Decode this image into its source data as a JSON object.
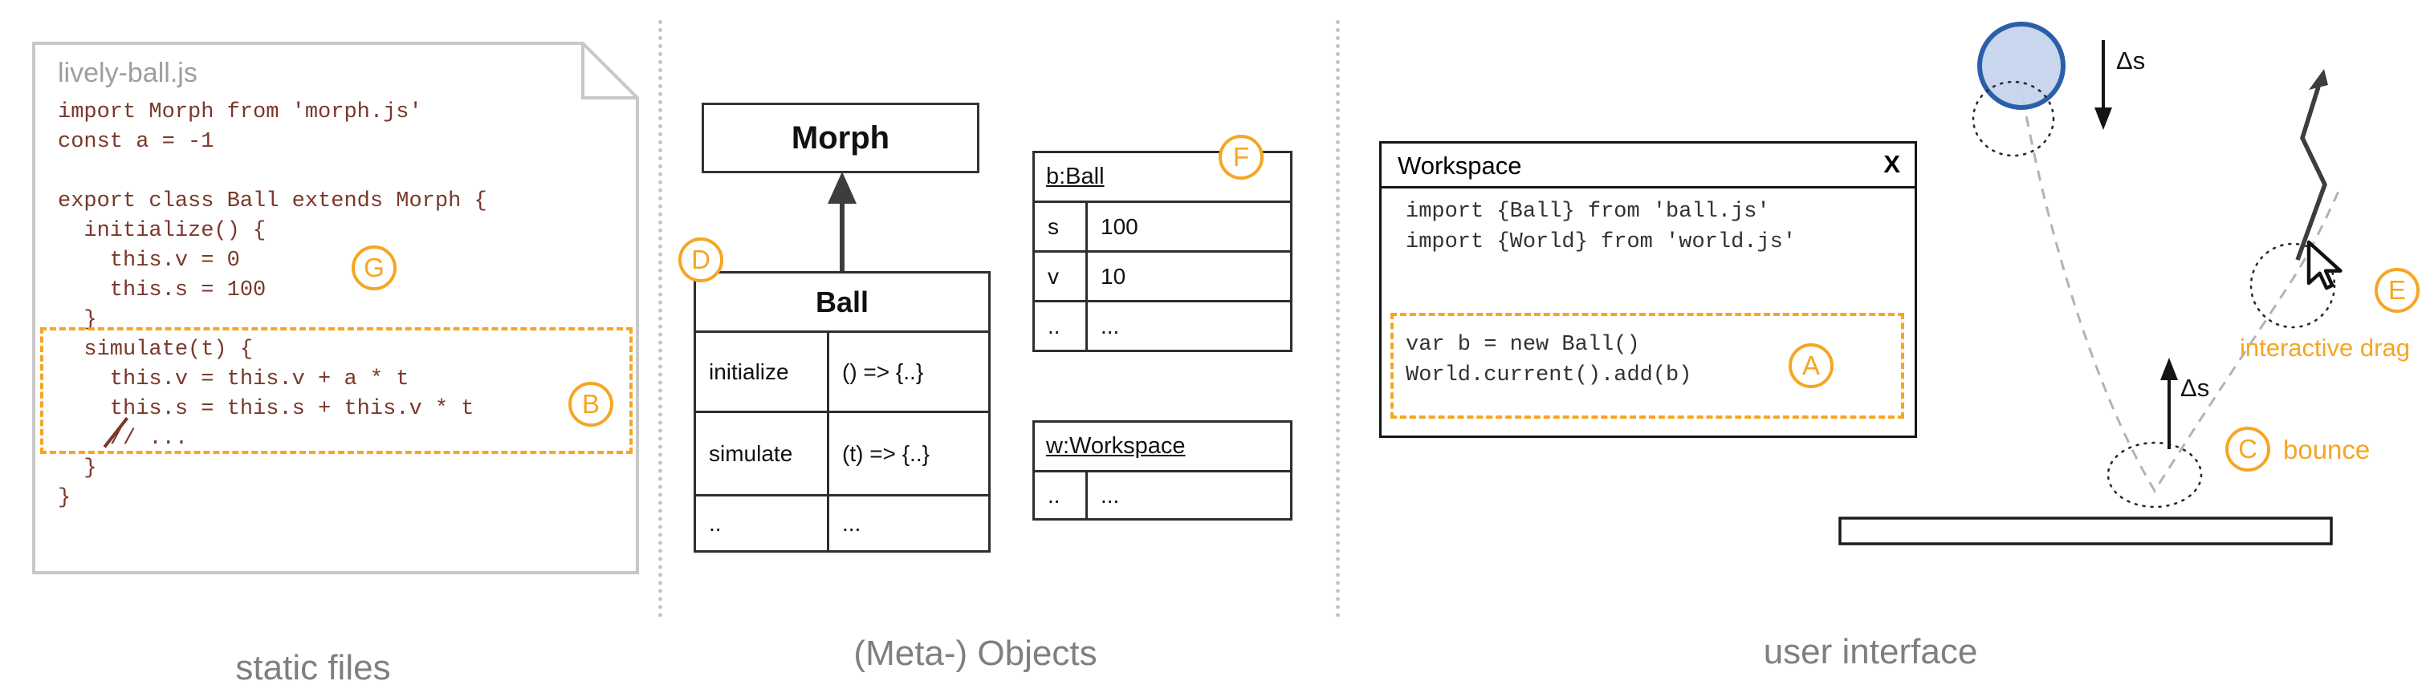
{
  "colors": {
    "accent_orange": "#F5A623",
    "file_border_gray": "#C8C8C8",
    "file_code_maroon": "#7A382A",
    "ball_fill_blue": "#C3D4EC",
    "ball_stroke_blue": "#2D5FA8",
    "section_label_gray": "#7F7F7F"
  },
  "sections": {
    "static_files": {
      "label": "static files",
      "file_name": "lively-ball.js",
      "code_lines": [
        "import Morph from 'morph.js'",
        "const a = -1",
        "",
        "export class Ball extends Morph {",
        "  initialize() {",
        "    this.v = 0",
        "    this.s = 100",
        "  }",
        "  simulate(t) {",
        "    this.v = this.v + a * t",
        "    this.s = this.s + this.v * t",
        "    // ...",
        "  }",
        "}"
      ]
    },
    "meta_objects": {
      "label": "(Meta-) Objects",
      "morph_title": "Morph",
      "ball_class": {
        "title": "Ball",
        "rows": [
          {
            "key": "initialize",
            "value": "() => {..}"
          },
          {
            "key": "simulate",
            "value": "(t) => {..}"
          },
          {
            "key": "..",
            "value": "..."
          }
        ]
      },
      "b_ball": {
        "title": "b:Ball",
        "rows": [
          {
            "key": "s",
            "value": "100"
          },
          {
            "key": "v",
            "value": "10"
          },
          {
            "key": "..",
            "value": "..."
          }
        ]
      },
      "w_workspace": {
        "title": "w:Workspace",
        "rows": [
          {
            "key": "..",
            "value": "..."
          }
        ]
      }
    },
    "user_interface": {
      "label": "user interface",
      "workspace_window": {
        "title": "Workspace",
        "close_label": "X",
        "code_lines": [
          "import {Ball} from 'ball.js'",
          "import {World} from 'world.js'",
          "",
          "var b = new Ball()",
          "World.current().add(b)"
        ]
      },
      "annotations": {
        "delta_s_top": "Δs",
        "delta_s_bottom": "Δs",
        "bounce": "bounce",
        "interactive_drag": "interactive drag"
      }
    }
  },
  "badges": {
    "a": "A",
    "b": "B",
    "c": "C",
    "d": "D",
    "e": "E",
    "f": "F",
    "g": "G"
  }
}
